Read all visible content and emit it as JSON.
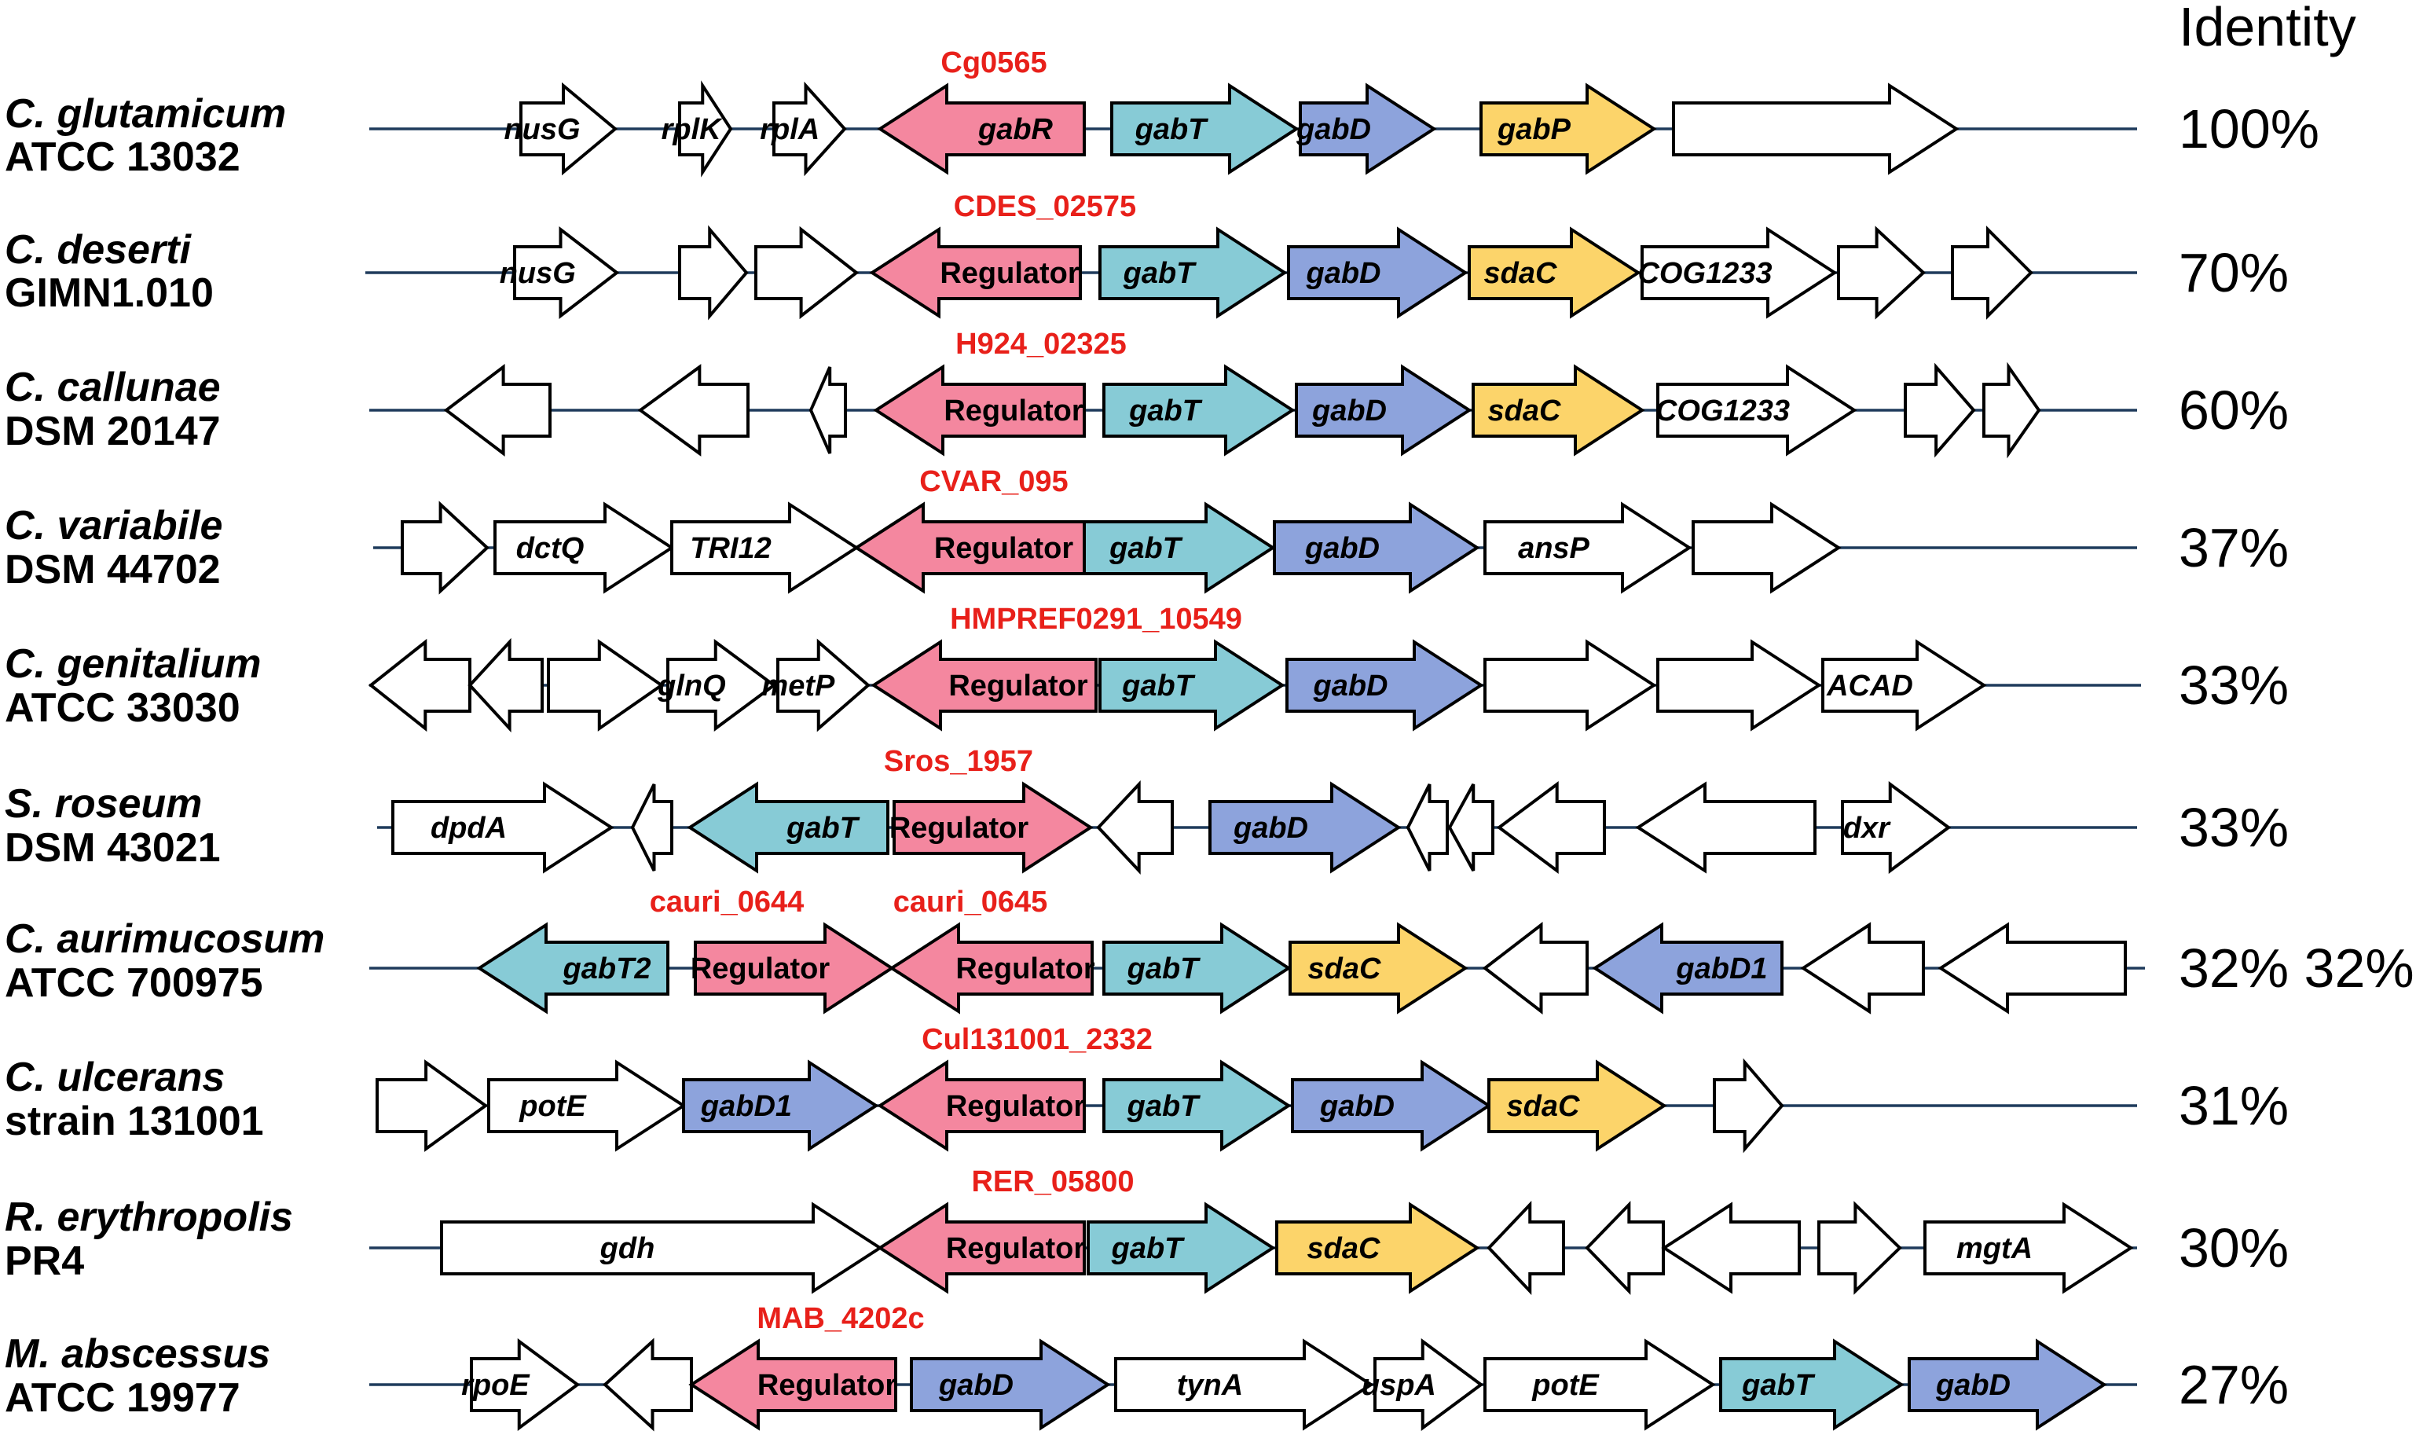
{
  "header": "Identity",
  "colors": {
    "regulator": "#f4879f",
    "gabT": "#87cbd6",
    "gabD": "#8da3dc",
    "yellow": "#fcd46a",
    "plain": "#ffffff",
    "locus": "#e8201a",
    "backbone": "#1f3b5c"
  },
  "rows": [
    {
      "species": "C. glutamicum",
      "strain": "ATCC 13032",
      "identity": "100%",
      "locus": "Cg0565",
      "genes": [
        {
          "label": "nusG",
          "dir": 1,
          "color": "plain"
        },
        {
          "label": "rplK",
          "dir": 1,
          "color": "plain"
        },
        {
          "label": "rplA",
          "dir": 1,
          "color": "plain"
        },
        {
          "label": "gabR",
          "dir": -1,
          "color": "regulator"
        },
        {
          "label": "gabT",
          "dir": 1,
          "color": "gabT"
        },
        {
          "label": "gabD",
          "dir": 1,
          "color": "gabD"
        },
        {
          "label": "gabP",
          "dir": 1,
          "color": "yellow"
        },
        {
          "label": "",
          "dir": 1,
          "color": "plain"
        }
      ]
    },
    {
      "species": "C. deserti",
      "strain": "GIMN1.010",
      "identity": "70%",
      "locus": "CDES_02575",
      "genes": [
        {
          "label": "nusG",
          "dir": 1,
          "color": "plain"
        },
        {
          "label": "",
          "dir": 1,
          "color": "plain"
        },
        {
          "label": "",
          "dir": 1,
          "color": "plain"
        },
        {
          "label": "Regulator",
          "dir": -1,
          "color": "regulator"
        },
        {
          "label": "gabT",
          "dir": 1,
          "color": "gabT"
        },
        {
          "label": "gabD",
          "dir": 1,
          "color": "gabD"
        },
        {
          "label": "sdaC",
          "dir": 1,
          "color": "yellow"
        },
        {
          "label": "COG1233",
          "dir": 1,
          "color": "plain"
        },
        {
          "label": "",
          "dir": 1,
          "color": "plain"
        },
        {
          "label": "",
          "dir": 1,
          "color": "plain"
        }
      ]
    },
    {
      "species": "C. callunae",
      "strain": "DSM 20147",
      "identity": "60%",
      "locus": "H924_02325",
      "genes": [
        {
          "label": "",
          "dir": -1,
          "color": "plain"
        },
        {
          "label": "",
          "dir": -1,
          "color": "plain"
        },
        {
          "label": "",
          "dir": -1,
          "color": "plain"
        },
        {
          "label": "Regulator",
          "dir": -1,
          "color": "regulator"
        },
        {
          "label": "gabT",
          "dir": 1,
          "color": "gabT"
        },
        {
          "label": "gabD",
          "dir": 1,
          "color": "gabD"
        },
        {
          "label": "sdaC",
          "dir": 1,
          "color": "yellow"
        },
        {
          "label": "COG1233",
          "dir": 1,
          "color": "plain"
        },
        {
          "label": "",
          "dir": 1,
          "color": "plain"
        },
        {
          "label": "",
          "dir": 1,
          "color": "plain"
        }
      ]
    },
    {
      "species": "C. variabile",
      "strain": "DSM 44702",
      "identity": "37%",
      "locus": "CVAR_095",
      "genes": [
        {
          "label": "",
          "dir": 1,
          "color": "plain"
        },
        {
          "label": "dctQ",
          "dir": 1,
          "color": "plain"
        },
        {
          "label": "TRI12",
          "dir": 1,
          "color": "plain"
        },
        {
          "label": "Regulator",
          "dir": -1,
          "color": "regulator"
        },
        {
          "label": "gabT",
          "dir": 1,
          "color": "gabT"
        },
        {
          "label": "gabD",
          "dir": 1,
          "color": "gabD"
        },
        {
          "label": "ansP",
          "dir": 1,
          "color": "plain"
        },
        {
          "label": "",
          "dir": 1,
          "color": "plain"
        }
      ]
    },
    {
      "species": "C. genitalium",
      "strain": "ATCC 33030",
      "identity": "33%",
      "locus": "HMPREF0291_10549",
      "genes": [
        {
          "label": "",
          "dir": -1,
          "color": "plain"
        },
        {
          "label": "",
          "dir": -1,
          "color": "plain"
        },
        {
          "label": "",
          "dir": 1,
          "color": "plain"
        },
        {
          "label": "glnQ",
          "dir": 1,
          "color": "plain"
        },
        {
          "label": "metP",
          "dir": 1,
          "color": "plain"
        },
        {
          "label": "Regulator",
          "dir": -1,
          "color": "regulator"
        },
        {
          "label": "gabT",
          "dir": 1,
          "color": "gabT"
        },
        {
          "label": "gabD",
          "dir": 1,
          "color": "gabD"
        },
        {
          "label": "",
          "dir": 1,
          "color": "plain"
        },
        {
          "label": "",
          "dir": 1,
          "color": "plain"
        },
        {
          "label": "ACAD",
          "dir": 1,
          "color": "plain"
        }
      ]
    },
    {
      "species": "S. roseum",
      "strain": "DSM 43021",
      "identity": "33%",
      "locus": "Sros_1957",
      "genes": [
        {
          "label": "dpdA",
          "dir": 1,
          "color": "plain"
        },
        {
          "label": "",
          "dir": -1,
          "color": "plain"
        },
        {
          "label": "gabT",
          "dir": -1,
          "color": "gabT"
        },
        {
          "label": "Regulator",
          "dir": 1,
          "color": "regulator"
        },
        {
          "label": "",
          "dir": -1,
          "color": "plain"
        },
        {
          "label": "gabD",
          "dir": 1,
          "color": "gabD"
        },
        {
          "label": "",
          "dir": -1,
          "color": "plain"
        },
        {
          "label": "",
          "dir": -1,
          "color": "plain"
        },
        {
          "label": "",
          "dir": -1,
          "color": "plain"
        },
        {
          "label": "",
          "dir": -1,
          "color": "plain"
        },
        {
          "label": "dxr",
          "dir": 1,
          "color": "plain"
        }
      ]
    },
    {
      "species": "C. aurimucosum",
      "strain": "ATCC 700975",
      "identity": "32% 32%",
      "locus": "cauri_0645",
      "locus2": "cauri_0644",
      "genes": [
        {
          "label": "gabT2",
          "dir": -1,
          "color": "gabT"
        },
        {
          "label": "Regulator",
          "dir": 1,
          "color": "regulator"
        },
        {
          "label": "Regulator",
          "dir": -1,
          "color": "regulator"
        },
        {
          "label": "gabT",
          "dir": 1,
          "color": "gabT"
        },
        {
          "label": "sdaC",
          "dir": 1,
          "color": "yellow"
        },
        {
          "label": "",
          "dir": -1,
          "color": "plain"
        },
        {
          "label": "gabD1",
          "dir": -1,
          "color": "gabD"
        },
        {
          "label": "",
          "dir": -1,
          "color": "plain"
        },
        {
          "label": "",
          "dir": -1,
          "color": "plain"
        }
      ]
    },
    {
      "species": "C. ulcerans",
      "strain": "strain 131001",
      "identity": "31%",
      "locus": "Cul131001_2332",
      "genes": [
        {
          "label": "",
          "dir": 1,
          "color": "plain"
        },
        {
          "label": "potE",
          "dir": 1,
          "color": "plain"
        },
        {
          "label": "gabD1",
          "dir": 1,
          "color": "gabD"
        },
        {
          "label": "Regulator",
          "dir": -1,
          "color": "regulator"
        },
        {
          "label": "gabT",
          "dir": 1,
          "color": "gabT"
        },
        {
          "label": "gabD",
          "dir": 1,
          "color": "gabD"
        },
        {
          "label": "sdaC",
          "dir": 1,
          "color": "yellow"
        },
        {
          "label": "",
          "dir": 1,
          "color": "plain"
        }
      ]
    },
    {
      "species": "R. erythropolis",
      "strain": "PR4",
      "identity": "30%",
      "locus": "RER_05800",
      "genes": [
        {
          "label": "gdh",
          "dir": 1,
          "color": "plain"
        },
        {
          "label": "Regulator",
          "dir": -1,
          "color": "regulator"
        },
        {
          "label": "gabT",
          "dir": 1,
          "color": "gabT"
        },
        {
          "label": "sdaC",
          "dir": 1,
          "color": "yellow"
        },
        {
          "label": "",
          "dir": -1,
          "color": "plain"
        },
        {
          "label": "",
          "dir": -1,
          "color": "plain"
        },
        {
          "label": "",
          "dir": -1,
          "color": "plain"
        },
        {
          "label": "",
          "dir": 1,
          "color": "plain"
        },
        {
          "label": "mgtA",
          "dir": 1,
          "color": "plain"
        }
      ]
    },
    {
      "species": "M. abscessus",
      "strain": "ATCC 19977",
      "identity": "27%",
      "locus": "MAB_4202c",
      "genes": [
        {
          "label": "rpoE",
          "dir": 1,
          "color": "plain"
        },
        {
          "label": "",
          "dir": -1,
          "color": "plain"
        },
        {
          "label": "Regulator",
          "dir": -1,
          "color": "regulator"
        },
        {
          "label": "gabD",
          "dir": 1,
          "color": "gabD"
        },
        {
          "label": "tynA",
          "dir": 1,
          "color": "plain"
        },
        {
          "label": "uspA",
          "dir": 1,
          "color": "plain"
        },
        {
          "label": "potE",
          "dir": 1,
          "color": "plain"
        },
        {
          "label": "gabT",
          "dir": 1,
          "color": "gabT"
        },
        {
          "label": "gabD",
          "dir": 1,
          "color": "gabD"
        }
      ]
    }
  ]
}
